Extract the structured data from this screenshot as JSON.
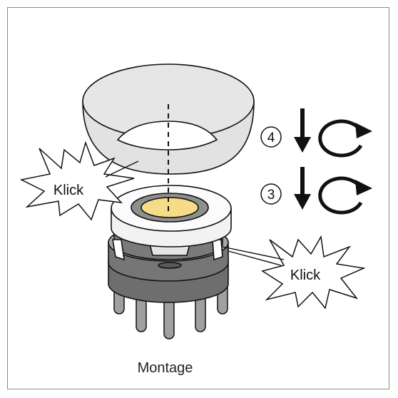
{
  "diagram": {
    "title": "Montage",
    "bursts": [
      {
        "label": "Klick"
      },
      {
        "label": "Klick"
      }
    ],
    "steps": [
      {
        "number": "4",
        "icons": [
          "arrow-down-icon",
          "rotate-clockwise-icon"
        ]
      },
      {
        "number": "3",
        "icons": [
          "arrow-down-icon",
          "rotate-clockwise-icon"
        ]
      }
    ]
  },
  "colors": {
    "cone": "#e2e2e2",
    "cone_inner": "#ffffff",
    "cap": "#f2f2f2",
    "ring": "#8f8f8f",
    "lens": "#f6dc87",
    "base_light": "#a8a8a8",
    "base_dark": "#6e6e6e",
    "pins": "#9a9a9a",
    "stroke": "#111111"
  }
}
